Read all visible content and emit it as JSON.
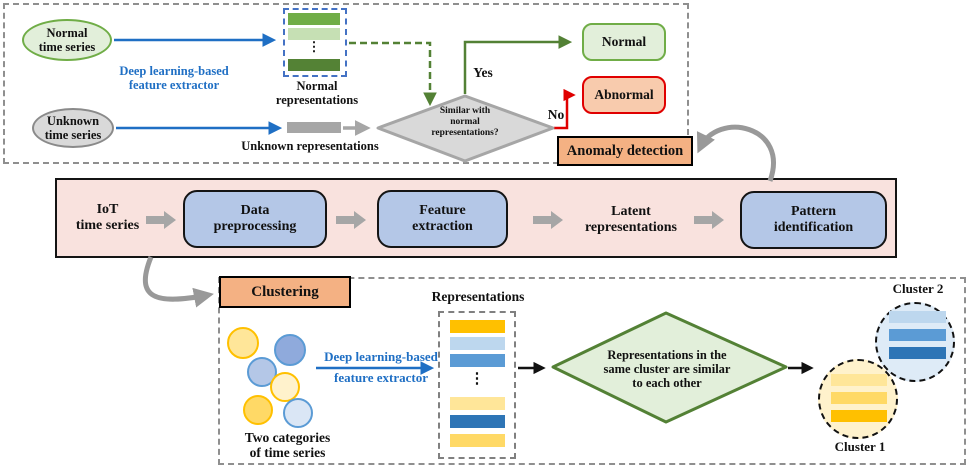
{
  "anomaly": {
    "normal_series_line1": "Normal",
    "normal_series_line2": "time series",
    "unknown_series_line1": "Unknown",
    "unknown_series_line2": "time series",
    "extractor_line1": "Deep learning-based",
    "extractor_line2": "feature extractor",
    "normal_reps_line1": "Normal",
    "normal_reps_line2": "representations",
    "unknown_reps_label": "Unknown representations",
    "dots": "⋮",
    "decision_line1": "Similar with",
    "decision_line2": "normal",
    "decision_line3": "representations?",
    "yes": "Yes",
    "no": "No",
    "normal_box": "Normal",
    "abnormal_box": "Abnormal",
    "section_label": "Anomaly detection"
  },
  "pipeline": {
    "input_line1": "IoT",
    "input_line2": "time series",
    "stage1_line1": "Data",
    "stage1_line2": "preprocessing",
    "stage2_line1": "Feature",
    "stage2_line2": "extraction",
    "latent_line1": "Latent",
    "latent_line2": "representations",
    "stage4_line1": "Pattern",
    "stage4_line2": "identification"
  },
  "clustering": {
    "section_label": "Clustering",
    "categories_line1": "Two categories",
    "categories_line2": "of time series",
    "extractor_line1": "Deep learning-based",
    "extractor_line2": "feature extractor",
    "reps_title": "Representations",
    "dots": "⋮",
    "decision_line1": "Representations in the",
    "decision_line2": "same cluster are similar",
    "decision_line3": "to each other",
    "cluster1": "Cluster 1",
    "cluster2": "Cluster 2"
  },
  "colors": {
    "accent_orange": "#F4B183",
    "stage_blue": "#B4C7E7",
    "pipeline_pink": "#F9E2DE",
    "green_fill": "#E2EFDA",
    "green_border": "#70AD47",
    "dark_green": "#538135",
    "abnormal_fill": "#F8CBAD",
    "red": "#E00000",
    "gray_fill": "#D9D9D9",
    "gray_border": "#A6A6A6",
    "blue_accent": "#1F6FC4",
    "blue_dashed_border": "#4472C4",
    "normal_bars": [
      "#70AD47",
      "#C6E0B4",
      "#548235"
    ],
    "unknown_bar": "#A6A6A6",
    "rep_bars": [
      "#FFC000",
      "#BDD7EE",
      "#5B9BD5",
      "#FFE699",
      "#2E75B6",
      "#FFD966"
    ],
    "cluster1_fill": "#FFF2CC",
    "cluster1_bars": [
      "#FFE699",
      "#FFD966",
      "#FFC000"
    ],
    "cluster2_fill": "#DEEBF7",
    "cluster2_bars": [
      "#BDD7EE",
      "#5B9BD5",
      "#2E75B6"
    ],
    "circles": [
      {
        "fill": "#FFE699",
        "border": "#FFC000"
      },
      {
        "fill": "#8FAADC",
        "border": "#5B9BD5"
      },
      {
        "fill": "#B4C7E7",
        "border": "#5B9BD5"
      },
      {
        "fill": "#FFF2CC",
        "border": "#FFC000"
      },
      {
        "fill": "#FFD966",
        "border": "#FFC000"
      },
      {
        "fill": "#DAE6F5",
        "border": "#5B9BD5"
      }
    ]
  }
}
